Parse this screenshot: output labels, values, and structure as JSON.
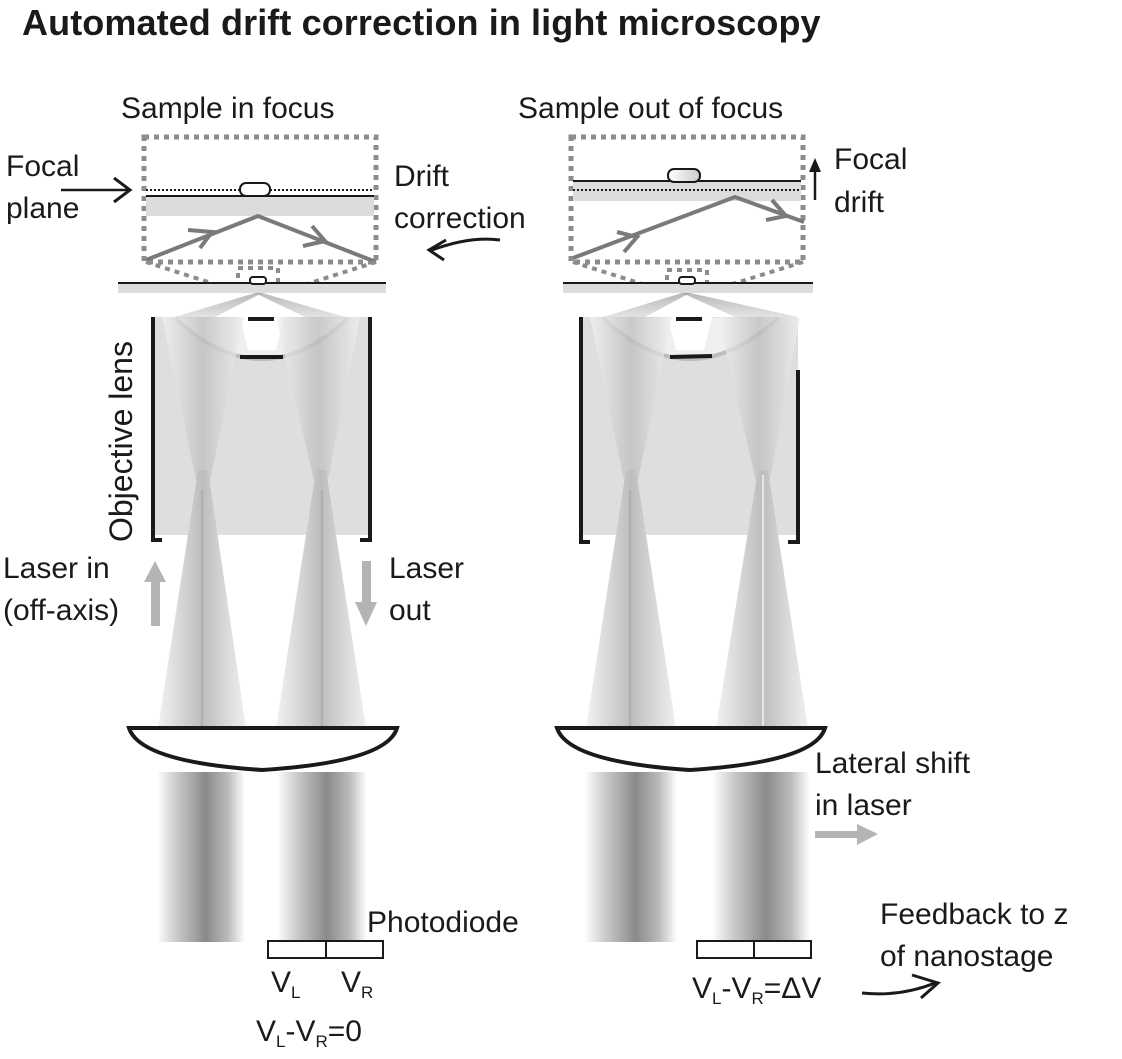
{
  "title": "Automated drift correction in light microscopy",
  "panels": {
    "left": {
      "heading": "Sample in focus",
      "focal_plane_label": [
        "Focal",
        "plane"
      ],
      "objective_label": "Objective lens",
      "laser_in_label": [
        "Laser in",
        "(off-axis)"
      ],
      "laser_out_label": [
        "Laser",
        "out"
      ],
      "photodiode_label": "Photodiode",
      "vl_label": "V",
      "vl_sub": "L",
      "vr_label": "V",
      "vr_sub": "R",
      "equation": {
        "a": "V",
        "a_sub": "L",
        "minus": "-",
        "b": "V",
        "b_sub": "R",
        "rhs": "=0"
      }
    },
    "right": {
      "heading": "Sample out of focus",
      "focal_drift_label": [
        "Focal",
        "drift"
      ],
      "lateral_shift_label": [
        "Lateral shift",
        "in laser"
      ],
      "feedback_label": [
        "Feedback to z",
        "of nanostage"
      ],
      "equation": {
        "a": "V",
        "a_sub": "L",
        "minus": "-",
        "b": "V",
        "b_sub": "R",
        "rhs": "=ΔV"
      }
    },
    "middle": {
      "drift_correction_label": [
        "Drift",
        "correction"
      ]
    }
  },
  "colors": {
    "ink": "#1a1a1a",
    "beam_gray": "#7f7f7f",
    "light_gray": "#dcdcdc",
    "arrow_gray": "#b4b4b4",
    "dash_gray": "#8c8c8c"
  }
}
